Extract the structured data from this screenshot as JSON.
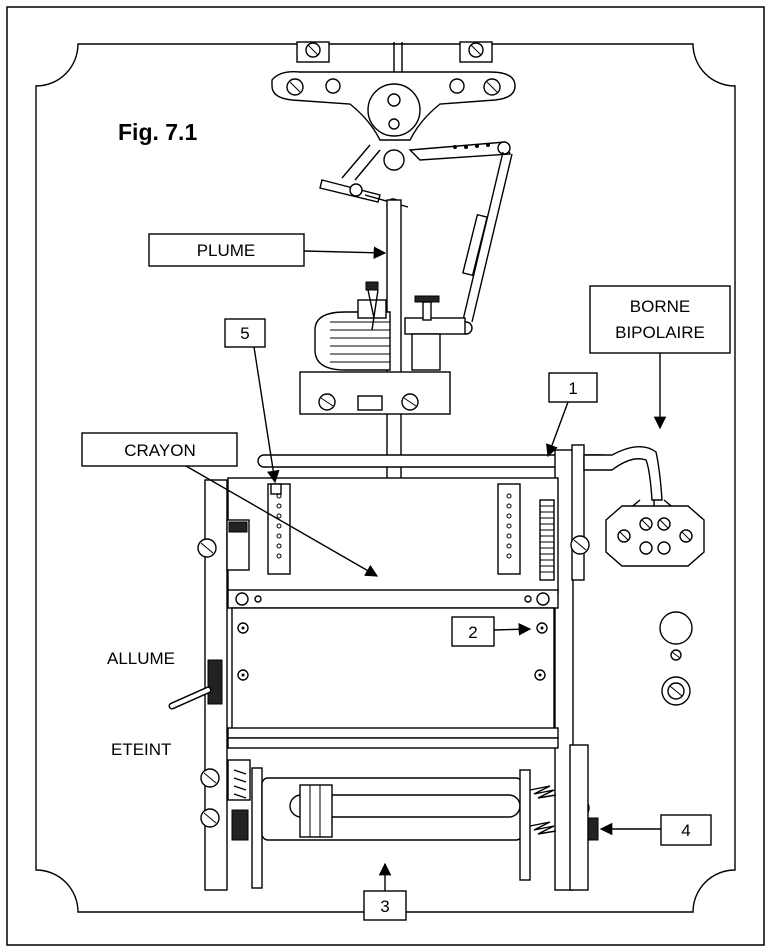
{
  "figure": {
    "title": "Fig. 7.1"
  },
  "labels": {
    "plume": "PLUME",
    "crayon": "CRAYON",
    "borne": "BORNE",
    "bipolaire": "BIPOLAIRE",
    "allume": "ALLUME",
    "eteint": "ETEINT",
    "callout_1": "1",
    "callout_2": "2",
    "callout_3": "3",
    "callout_4": "4",
    "callout_5": "5"
  }
}
